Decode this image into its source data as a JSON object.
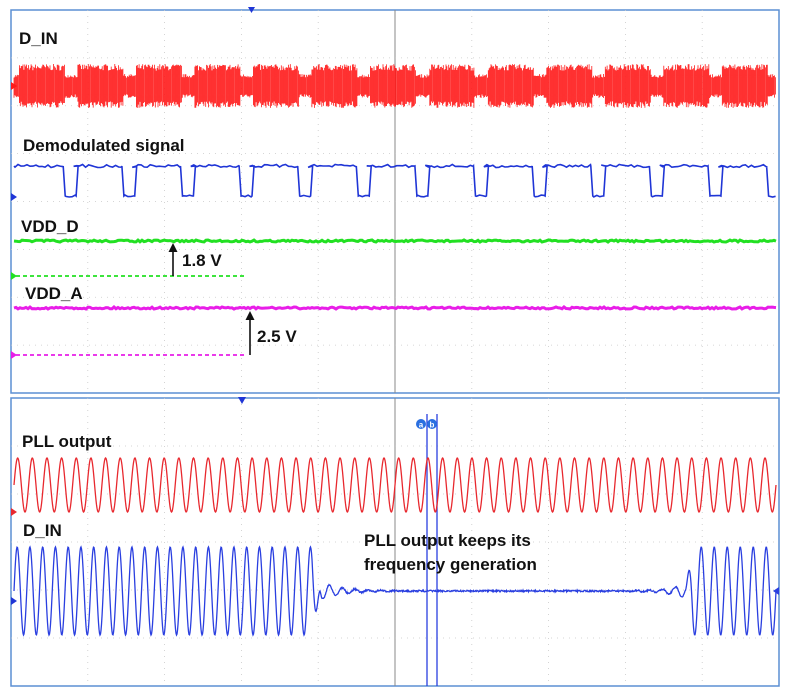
{
  "chart_data": [
    {
      "type": "line",
      "panel": "top",
      "grid": true,
      "colors": {
        "d_in": "#ff1a1a",
        "demod": "#1f35d6",
        "vdd_d": "#22e022",
        "vdd_a": "#e81ee8",
        "frame": "#5b8fd3"
      },
      "series": [
        {
          "name": "D_IN",
          "color": "#ff1a1a"
        },
        {
          "name": "Demodulated signal",
          "color": "#1f35d6"
        },
        {
          "name": "VDD_D",
          "color": "#22e022",
          "level_label": "1.8 V",
          "level": 1.8
        },
        {
          "name": "VDD_A",
          "color": "#e81ee8",
          "level_label": "2.5 V",
          "level": 2.5
        }
      ],
      "demod_high_segments": 13
    },
    {
      "type": "line",
      "panel": "bottom",
      "grid": true,
      "cursor_labels": [
        "a",
        "b"
      ],
      "series": [
        {
          "name": "PLL output",
          "color": "#e8282e",
          "cycles": 52
        },
        {
          "name": "D_IN",
          "color": "#2a3fe0",
          "cycles_before_gap": 24,
          "cycles_after_gap": 7
        }
      ],
      "annotation": [
        "PLL output keeps its",
        "frequency generation"
      ]
    }
  ]
}
